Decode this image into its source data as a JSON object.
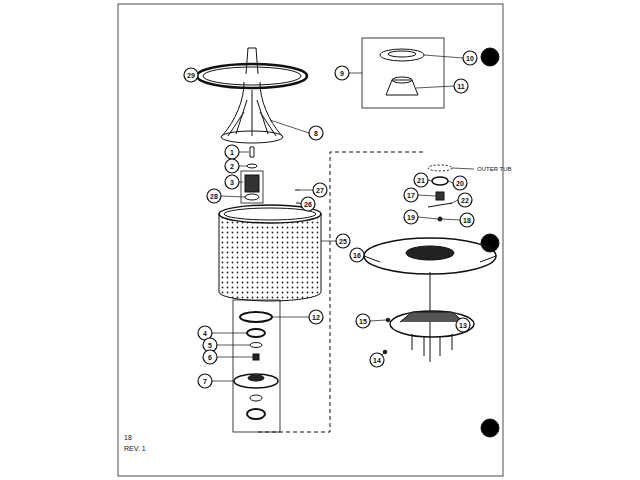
{
  "diagram": {
    "labels": [
      "29",
      "8",
      "9",
      "10",
      "11",
      "1",
      "2",
      "3",
      "28",
      "27",
      "26",
      "25",
      "12",
      "4",
      "5",
      "6",
      "7",
      "21",
      "20",
      "OUTER TUB",
      "17",
      "22",
      "19",
      "18",
      "16",
      "15",
      "14",
      "13",
      "18",
      "REV. 1"
    ]
  }
}
